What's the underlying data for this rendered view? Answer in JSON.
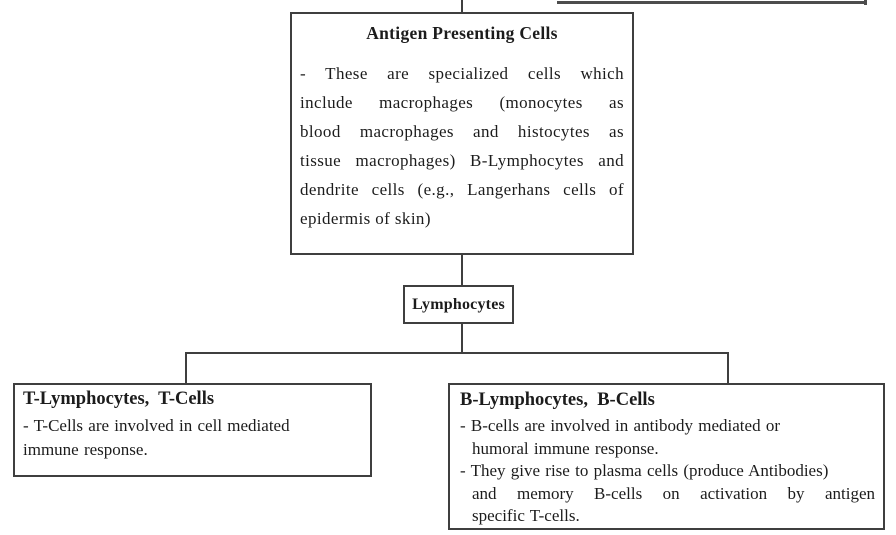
{
  "colors": {
    "background": "#ffffff",
    "border": "#3f3f3f",
    "text": "#1c1c1c"
  },
  "apc_box": {
    "title": "Antigen Presenting Cells",
    "body_lines": [
      "- These are specialized cells which",
      "include macrophages (monocytes as",
      "blood macrophages and histocytes as",
      "tissue macrophages) B-Lymphocytes and",
      "dendrite cells (e.g., Langerhans cells of",
      "epidermis of skin)"
    ]
  },
  "lymphocytes_box": {
    "title": "Lymphocytes"
  },
  "t_box": {
    "title": "T-Lymphocytes,  T-Cells",
    "body_lines": [
      "- T-Cells are involved in cell mediated",
      "immune response."
    ]
  },
  "b_box": {
    "title": "B-Lymphocytes,  B-Cells",
    "body_lines": [
      "- B-cells are involved in antibody mediated or",
      "humoral immune response.",
      "- They give rise to plasma cells (produce Antibodies)",
      "and memory B-cells on activation by antigen",
      "specific T-cells."
    ]
  }
}
